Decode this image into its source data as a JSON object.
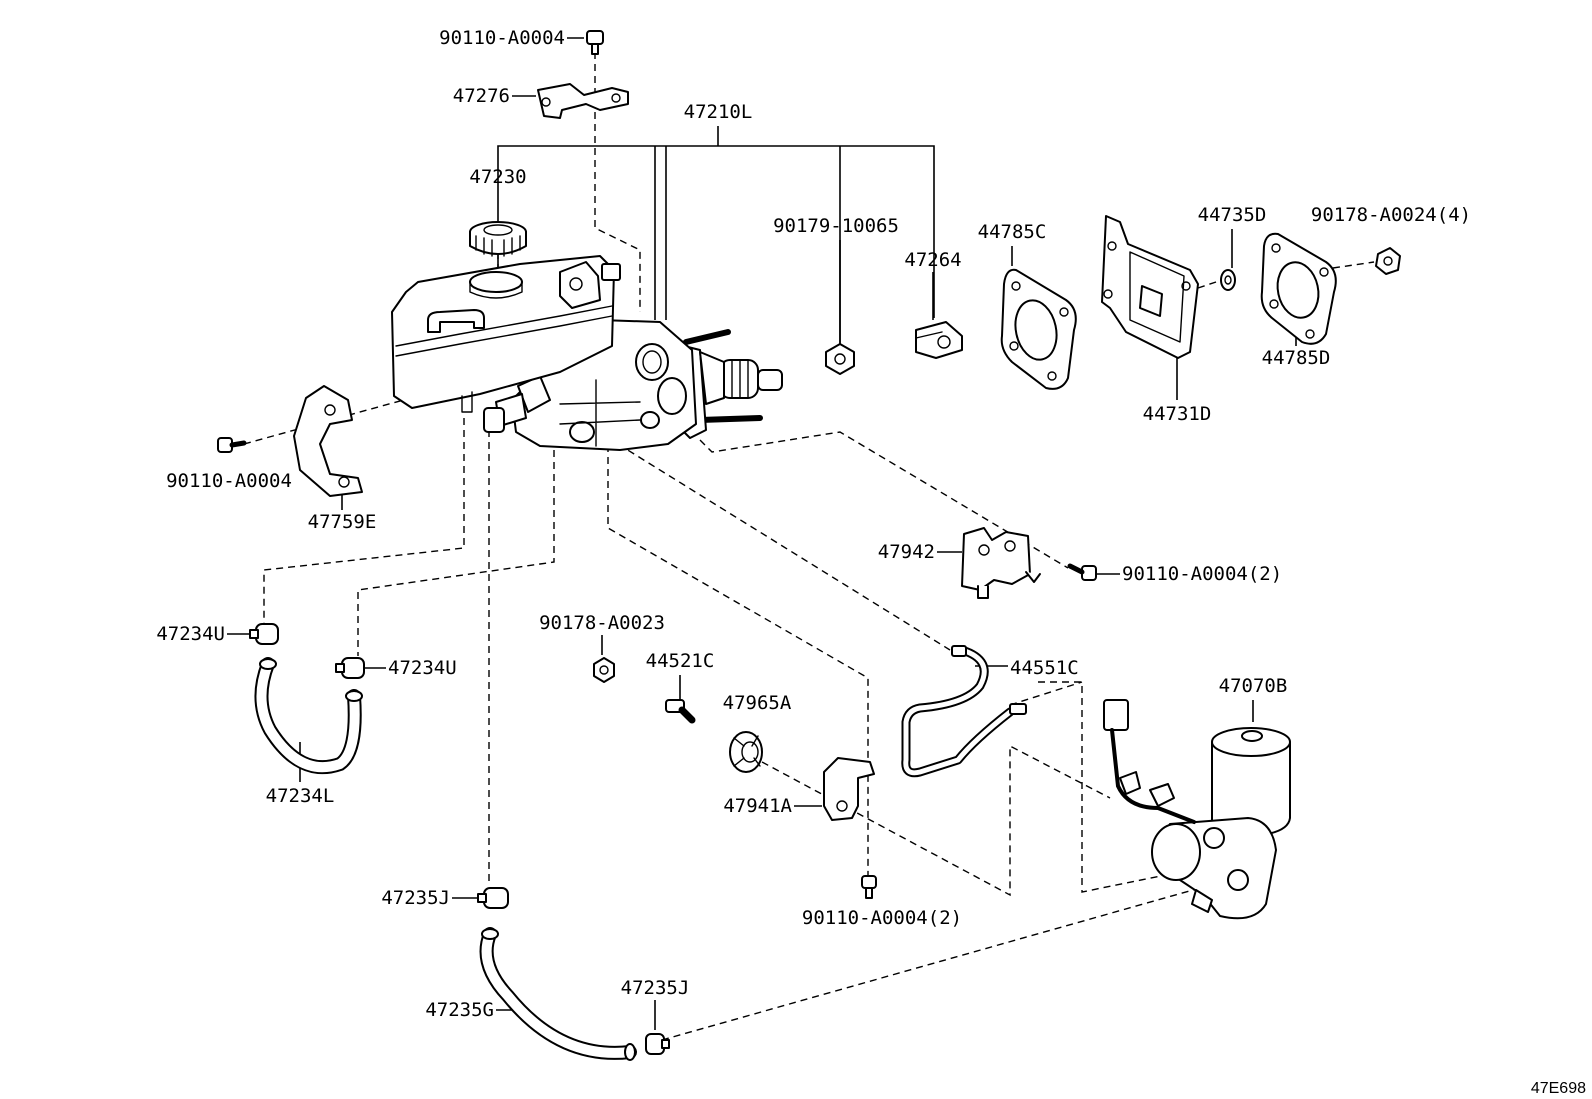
{
  "diagram": {
    "reference_code": "47E698",
    "labels": {
      "bolt_top": "90110-A0004",
      "bracket_top": "47276",
      "master_cyl_assy": "47210L",
      "reservoir_cap": "47230",
      "nut_90179": "90179-10065",
      "bracket_47264": "47264",
      "gasket_44785c": "44785C",
      "plate_44731d": "44731D",
      "washer_44735d": "44735D",
      "nut_90178_4": "90178-A0024(4)",
      "gasket_44785d": "44785D",
      "bolt_left": "90110-A0004",
      "bracket_47759e": "47759E",
      "bracket_47942": "47942",
      "bolt_47942": "90110-A0004(2)",
      "clamp_47234u_1": "47234U",
      "clamp_47234u_2": "47234U",
      "hose_47234l": "47234L",
      "nut_90178_a0023": "90178-A0023",
      "bolt_44521c": "44521C",
      "cushion_47965a": "47965A",
      "bracket_47941a": "47941A",
      "bolt_bottom": "90110-A0004(2)",
      "tube_44551c": "44551C",
      "pump_47070b": "47070B",
      "clamp_47235j_1": "47235J",
      "hose_47235g": "47235G",
      "clamp_47235j_2": "47235J"
    }
  }
}
